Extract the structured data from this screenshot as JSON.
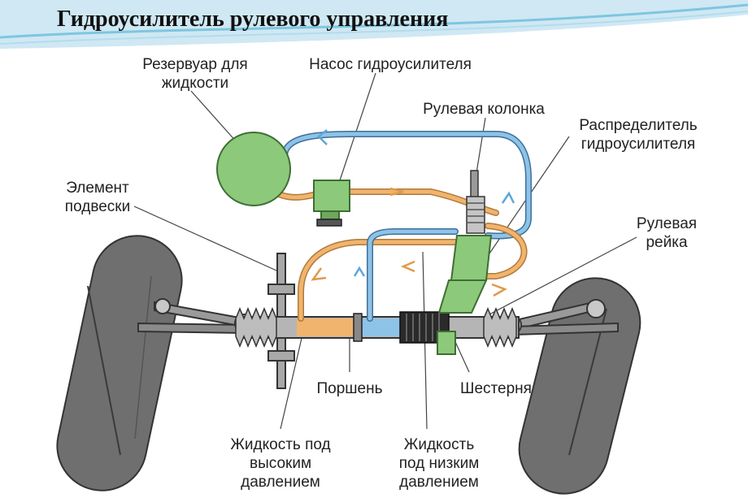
{
  "title": "Гидроусилитель рулевого управления",
  "labels": {
    "reservoir": [
      "Резервуар для",
      "жидкости"
    ],
    "pump": [
      "Насос гидроусилителя"
    ],
    "column": [
      "Рулевая колонка"
    ],
    "distributor": [
      "Распределитель",
      "гидроусилителя"
    ],
    "suspension": [
      "Элемент",
      "подвески"
    ],
    "rack": [
      "Рулевая",
      "рейка"
    ],
    "piston": [
      "Поршень"
    ],
    "pinion": [
      "Шестерня"
    ],
    "high_pressure": [
      "Жидкость под",
      "высоким",
      "давлением"
    ],
    "low_pressure": [
      "Жидкость",
      "под низким",
      "давлением"
    ]
  },
  "colors": {
    "high_pressure_line": "#f0b46e",
    "low_pressure_line": "#8ec3e8",
    "component_green": "#8cc97a",
    "wheel": "#707070"
  }
}
